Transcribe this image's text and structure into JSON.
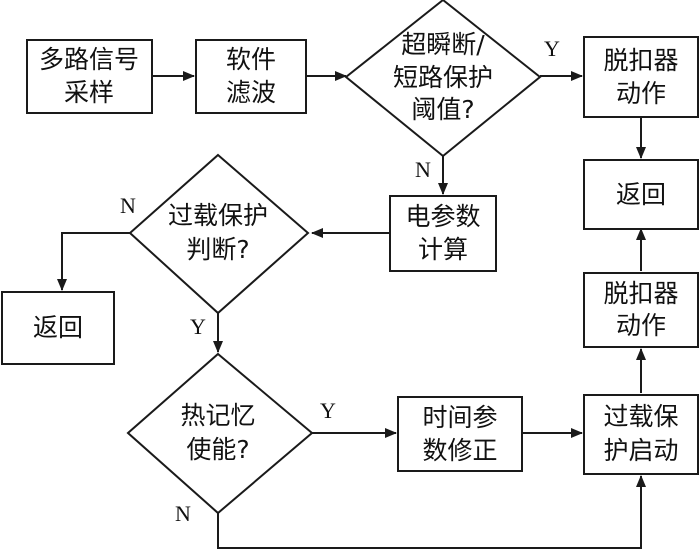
{
  "nodes": {
    "sample": {
      "line1": "多路信号",
      "line2": "采样"
    },
    "filter": {
      "line1": "软件",
      "line2": "滤波"
    },
    "threshold": {
      "line1": "超瞬断/",
      "line2": "短路保护",
      "line3": "阈值?"
    },
    "trip_top": {
      "line1": "脱扣器",
      "line2": "动作"
    },
    "return_right": {
      "line1": "返回"
    },
    "calc": {
      "line1": "电参数",
      "line2": "计算"
    },
    "overload_judge": {
      "line1": "过载保护",
      "line2": "判断?"
    },
    "return_left": {
      "line1": "返回"
    },
    "trip_mid": {
      "line1": "脱扣器",
      "line2": "动作"
    },
    "thermal": {
      "line1": "热记忆",
      "line2": "使能?"
    },
    "time_correct": {
      "line1": "时间参",
      "line2": "数修正"
    },
    "overload_start": {
      "line1": "过载保",
      "line2": "护启动"
    }
  },
  "labels": {
    "threshold_yes": "Y",
    "threshold_no": "N",
    "overload_no": "N",
    "overload_yes": "Y",
    "thermal_yes": "Y",
    "thermal_no": "N"
  }
}
